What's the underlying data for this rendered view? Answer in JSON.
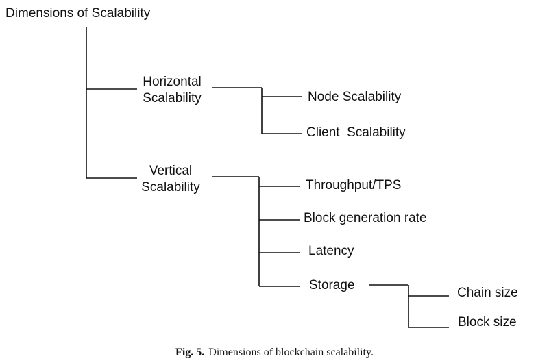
{
  "diagram": {
    "root": "Dimensions of Scalability",
    "horizontal": {
      "line1": "Horizontal",
      "line2": "Scalability",
      "children": [
        "Node Scalability",
        "Client  Scalability"
      ]
    },
    "vertical": {
      "line1": "Vertical",
      "line2": "Scalability",
      "children": [
        "Throughput/TPS",
        "Block generation rate",
        "Latency",
        "Storage"
      ]
    },
    "storage": {
      "children": [
        "Chain size",
        "Block size"
      ]
    }
  },
  "caption": {
    "label": "Fig. 5.",
    "text": "Dimensions of blockchain scalability."
  }
}
